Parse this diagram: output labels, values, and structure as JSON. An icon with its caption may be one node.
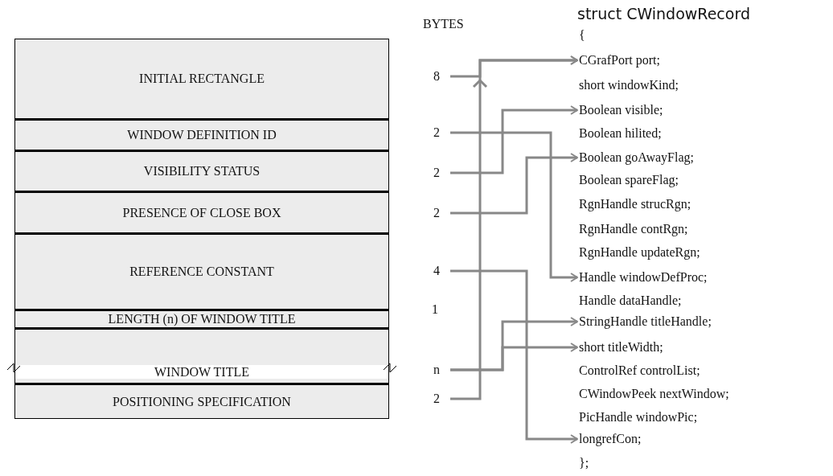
{
  "diagram": {
    "nodes": [
      {
        "text": [
          "INITIAL RECTANGLE"
        ]
      },
      {
        "text": [
          "WINDOW DEFINITION ID"
        ]
      },
      {
        "text": [
          "VISIBILITY STATUS"
        ]
      },
      {
        "text": [
          "PRESENCE OF CLOSE BOX"
        ]
      },
      {
        "text": [
          "REFERENCE CONSTANT"
        ]
      },
      {
        "text": [
          "LENGTH (n) OF WINDOW TITLE"
        ]
      },
      {
        "text": [
          "WINDOW TITLE"
        ]
      },
      {
        "text": [
          "POSITIONING SPECIFICATION"
        ]
      },
      {
        "text": [
          "8"
        ]
      },
      {
        "text": [
          "2"
        ]
      },
      {
        "text": [
          "2"
        ]
      },
      {
        "text": [
          "2"
        ]
      },
      {
        "text": [
          "4"
        ]
      },
      {
        "text": [
          "n"
        ]
      },
      {
        "text": [
          "2"
        ]
      },
      {
        "text": [
          "CGrafPort port;"
        ]
      },
      {
        "text": [
          "Boolean visible;"
        ]
      },
      {
        "text": [
          "Boolean goAwayFlag;"
        ]
      },
      {
        "text": [
          "Handle windowDefProc;"
        ]
      },
      {
        "text": [
          "StringHandle titleHandle;"
        ]
      },
      {
        "text": [
          "short titleWidth;"
        ]
      },
      {
        "text": [
          "longrefCon;"
        ]
      }
    ],
    "edges": [
      {
        "from": 8,
        "to": 15,
        "arrow": "to"
      },
      {
        "from": 14,
        "to": 15,
        "arrow": "to"
      },
      {
        "from": 9,
        "to": 18,
        "arrow": "to"
      },
      {
        "from": 10,
        "to": 16,
        "arrow": "to"
      },
      {
        "from": 11,
        "to": 17,
        "arrow": "to"
      },
      {
        "from": 12,
        "to": 21,
        "arrow": "to"
      },
      {
        "from": 13,
        "to": 19,
        "arrow": "to"
      },
      {
        "from": 13,
        "to": 20,
        "arrow": "to"
      }
    ],
    "labels": [
      "BYTES",
      "1",
      "struct CWindowRecord",
      "{",
      "short windowKind;",
      "Boolean hilited;",
      "Boolean spareFlag;",
      "RgnHandle strucRgn;",
      "RgnHandle contRgn;",
      "RgnHandle updateRgn;",
      "Handle dataHandle;",
      "ControlRef controlList;",
      "CWindowPeek nextWindow;",
      "PicHandle windowPic;",
      "};"
    ]
  }
}
